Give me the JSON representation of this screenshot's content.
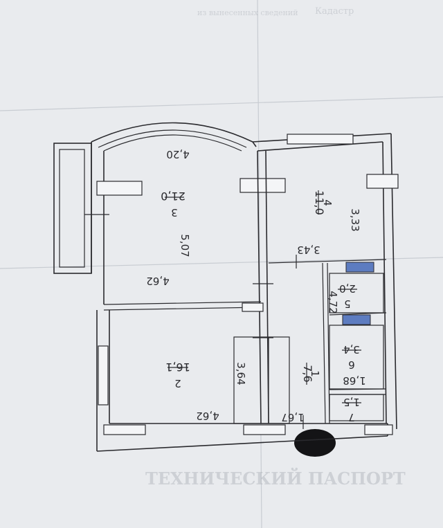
{
  "plan": {
    "ghost_text": {
      "top_left": "Кадастр",
      "top_right": "из вынесенных сведений",
      "bottom_heading": "ТЕХНИЧЕСКИЙ ПАСПОРТ"
    },
    "rooms": {
      "room3": {
        "number": "3",
        "area": "21,0",
        "dim_top": "4,20",
        "dim_side": "5,07",
        "dim_bottom": "4,62"
      },
      "room4": {
        "number": "4",
        "area": "11,0",
        "dim_side": "3,33",
        "dim_bottom": "3,43"
      },
      "room5": {
        "number": "5",
        "area": "2,0"
      },
      "room6": {
        "number": "6",
        "area": "3,4",
        "dim_width": "1,68"
      },
      "room7": {
        "number": "7",
        "area": "1,5"
      },
      "room1": {
        "number": "1",
        "area": "7,6",
        "dim_side": "4,72",
        "dim_bottom": "1,67"
      },
      "room2": {
        "number": "2",
        "area": "16,1",
        "dim_side": "3,64",
        "dim_bottom": "4,62"
      }
    },
    "colors": {
      "paper": "#e9ebee",
      "ink": "#2a2a2e",
      "vent": "#5d7cc0"
    }
  }
}
